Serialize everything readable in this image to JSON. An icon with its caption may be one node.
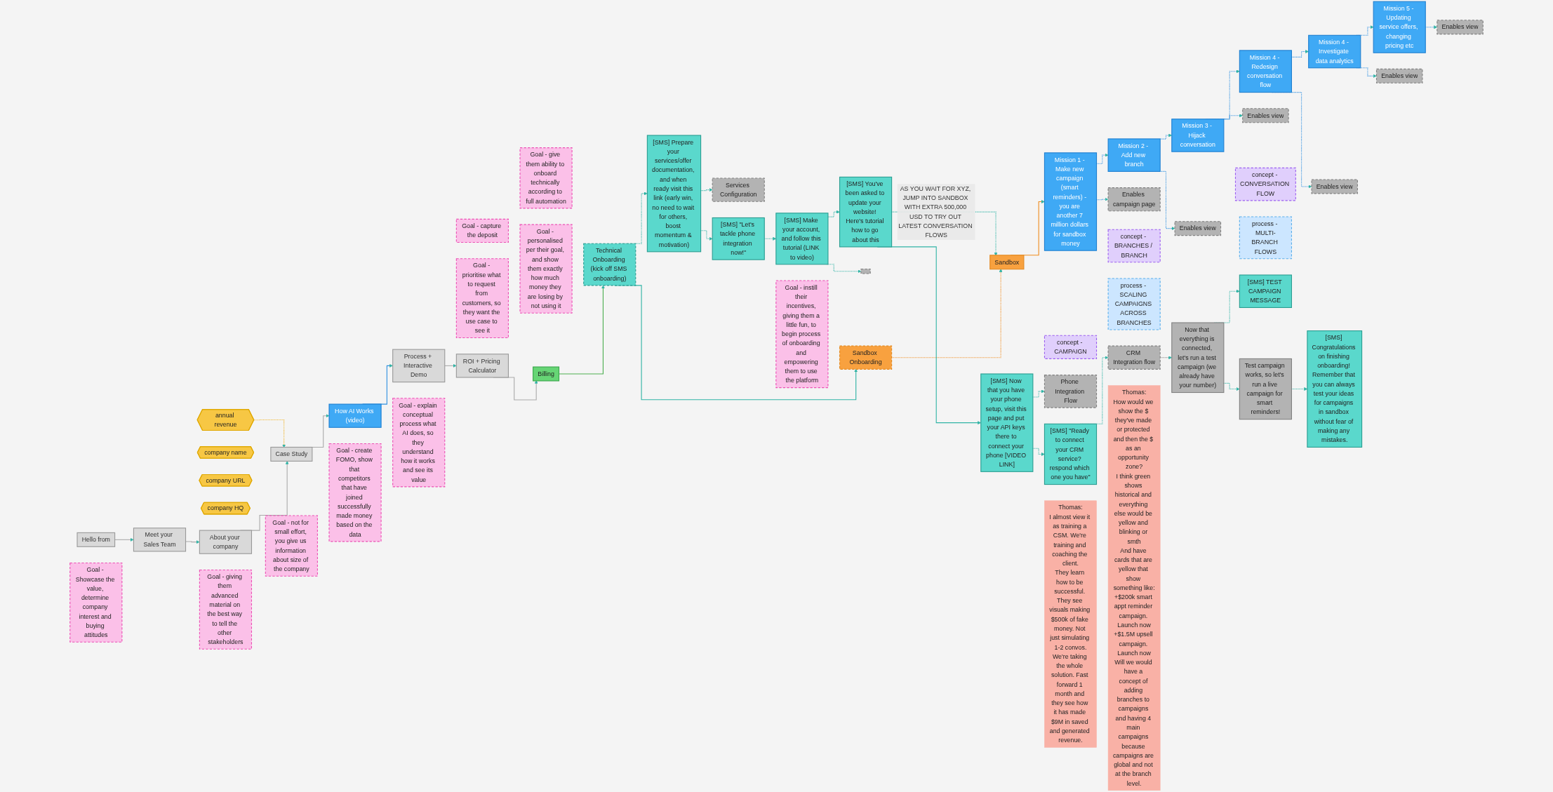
{
  "diagram": {
    "nodes": [
      {
        "text": [
          "Hello from"
        ]
      },
      {
        "text": [
          "Meet your Sales Team"
        ]
      },
      {
        "text": [
          "About your company"
        ]
      },
      {
        "text": [
          "Case Study"
        ]
      },
      {
        "text": [
          "How AI Works (video)"
        ]
      },
      {
        "text": [
          "Process + Interactive Demo"
        ]
      },
      {
        "text": [
          "ROI + Pricing Calculator"
        ]
      },
      {
        "text": [
          "Billing"
        ]
      },
      {
        "text": [
          "Technical Onboarding (kick off SMS onboarding)"
        ]
      },
      {
        "text": [
          "Sandbox Onboarding"
        ]
      },
      {
        "text": [
          "Sandbox"
        ]
      },
      {
        "text": [
          "Mission 1 - Make new campaign (smart reminders) - you are another 7 million dollars for sandbox money"
        ]
      },
      {
        "text": [
          "Mission 2 - Add new branch"
        ]
      },
      {
        "text": [
          "Mission 3 - Hijack conversation"
        ]
      },
      {
        "text": [
          "Mission 4 - Redesign conversation flow"
        ]
      },
      {
        "text": [
          "Mission 4 - Investigate data analytics"
        ]
      },
      {
        "text": [
          "Mission 5 - Updating service offers, changing pricing etc"
        ]
      },
      {
        "text": [
          "Enables campaign page"
        ]
      },
      {
        "text": [
          "Enables view"
        ]
      },
      {
        "text": [
          "Enables view"
        ]
      },
      {
        "text": [
          "Enables view"
        ]
      },
      {
        "text": [
          "Enables view"
        ]
      },
      {
        "text": [
          "Enables view"
        ]
      },
      {
        "text": [
          "concept - CAMPAIGN"
        ]
      },
      {
        "text": [
          "concept - BRANCHES / BRANCH"
        ]
      },
      {
        "text": [
          "process - SCALING CAMPAIGNS ACROSS BRANCHES"
        ]
      },
      {
        "text": [
          "concept - CONVERSATION FLOW"
        ]
      },
      {
        "text": [
          "process - MULTI-BRANCH FLOWS"
        ]
      },
      {
        "text": [
          "company name"
        ]
      },
      {
        "text": [
          "company URL"
        ]
      },
      {
        "text": [
          "company HQ"
        ]
      },
      {
        "text": [
          "annual revenue"
        ]
      },
      {
        "text": [
          "[SMS] Prepare your services/offer documentation, and when ready visit this link (early win, no need to wait for others, boost momentum & motivation)"
        ]
      },
      {
        "text": [
          "Services Configuration"
        ]
      },
      {
        "text": [
          "[SMS] \"Let's tackle phone integration now!\""
        ]
      },
      {
        "text": [
          "[SMS] Make your account, and follow this tutorial (LINK to video)"
        ]
      },
      {
        "text": [],
        "shape": "box"
      },
      {
        "text": [
          "[SMS] You've been asked to update your website! Here's tutorial how to go about this"
        ]
      },
      {
        "text": [
          "[SMS] Now that you have your phone setup, visit this page and put your API keys there to connect your phone [VIDEO LINK]"
        ]
      },
      {
        "text": [
          "Phone Integration Flow"
        ]
      },
      {
        "text": [
          "[SMS] \"Ready to connect your CRM service? respond which one you have\""
        ]
      },
      {
        "text": [
          "CRM Integration flow"
        ]
      },
      {
        "text": [
          "Now that everything is connected, let's run a test campaign (we already have your number)"
        ]
      },
      {
        "text": [
          "[SMS] TEST CAMPAIGN MESSAGE"
        ]
      },
      {
        "text": [
          "Test campaign works, so let's run a live campaign for smart reminders!"
        ]
      },
      {
        "text": [
          "[SMS] Congratulations on finishing onboarding! Remember that you can always test your ideas for campaigns in sandbox without fear of making any mistakes."
        ]
      },
      {
        "text": [
          "Thomas:",
          "I almost view it as training a CSM. We're training and coaching the client.",
          "They learn how to be successful. They see visuals making $500k of fake money. Not just simulating 1-2 convos.",
          "We're taking the whole solution. Fast forward 1 month and they see how it has made $9M in saved and generated revenue."
        ]
      },
      {
        "text": [
          "Thomas:",
          "How would we show the $ they've made or protected and then the $ as an opportunity zone?",
          "I think green shows historical and everything else would be yellow and blinking or smth",
          "And have cards that are yellow that show something like:",
          "+$200k smart appt reminder campaign. Launch now",
          "+$1.5M upsell campaign. Launch now",
          "Will we would have a concept of adding branches to campaigns and having 4 main campaigns because campaigns are global and not at the branch level."
        ]
      },
      {
        "text": [
          "Goal - Showcase the value, determine company interest and buying attitudes"
        ]
      },
      {
        "text": [
          "Goal - giving them advanced material on the best way to tell the other stakeholders"
        ]
      },
      {
        "text": [
          "Goal - not for small effort, you give us information about size of the company"
        ]
      },
      {
        "text": [
          "Goal - create FOMO, show that competitors that have joined successfully made money based on the data"
        ]
      },
      {
        "text": [
          "Goal - explain conceptual process what AI does, so they understand how it works and see its value"
        ]
      },
      {
        "text": [
          "Goal - prioritise what to request from customers, so they want the use case to see it"
        ]
      },
      {
        "text": [
          "Goal - personalised per their goal, and show them exactly how much money they are losing by not using it"
        ]
      },
      {
        "text": [
          "Goal - capture the deposit"
        ]
      },
      {
        "text": [
          "Goal - give them ability to onboard technically according to full automation"
        ]
      },
      {
        "text": [
          "Goal - instill their incentives, giving them a little fun, to begin process of onboarding and empowering them to use the platform"
        ]
      }
    ],
    "edges": [
      {
        "from": 0,
        "to": 1,
        "arrow": "to",
        "color": "#aaaaaa"
      },
      {
        "from": 1,
        "to": 2,
        "arrow": "to",
        "color": "#aaaaaa"
      },
      {
        "from": 2,
        "to": 3,
        "arrow": "to",
        "color": "#aaaaaa"
      },
      {
        "from": 3,
        "to": 4,
        "arrow": "to",
        "color": "#aaaaaa"
      },
      {
        "from": 4,
        "to": 5,
        "arrow": "to",
        "color": "#2d8fe0"
      },
      {
        "from": 5,
        "to": 6,
        "arrow": "to",
        "color": "#aaaaaa"
      },
      {
        "from": 6,
        "to": 7,
        "arrow": "to",
        "color": "#aaaaaa"
      },
      {
        "from": 7,
        "to": 8,
        "arrow": "to",
        "color": "#4caf50"
      },
      {
        "from": 8,
        "to": 9,
        "arrow": "to"
      },
      {
        "from": 9,
        "to": 10,
        "arrow": "to",
        "style": "dashed",
        "color": "#f08c1e"
      },
      {
        "from": 10,
        "to": 11,
        "arrow": "to",
        "color": "#f08c1e"
      },
      {
        "from": 11,
        "to": 12,
        "arrow": "to",
        "style": "dashed",
        "color": "#2d8fe0"
      },
      {
        "from": 12,
        "to": 13,
        "arrow": "to",
        "style": "dashed",
        "color": "#2d8fe0"
      },
      {
        "from": 13,
        "to": 14,
        "arrow": "to",
        "style": "dashed",
        "color": "#2d8fe0"
      },
      {
        "from": 14,
        "to": 15,
        "arrow": "to",
        "style": "dashed",
        "color": "#2d8fe0"
      },
      {
        "from": 15,
        "to": 16,
        "arrow": "to",
        "style": "dashed",
        "color": "#2d8fe0"
      },
      {
        "from": 11,
        "to": 17,
        "arrow": "to",
        "style": "dashed",
        "color": "#2d8fe0"
      },
      {
        "from": 12,
        "to": 18,
        "arrow": "to",
        "style": "dashed",
        "color": "#2d8fe0"
      },
      {
        "from": 13,
        "to": 19,
        "arrow": "to",
        "style": "dashed",
        "color": "#2d8fe0"
      },
      {
        "from": 14,
        "to": 20,
        "arrow": "to",
        "style": "dashed",
        "color": "#2d8fe0"
      },
      {
        "from": 15,
        "to": 21,
        "arrow": "to",
        "style": "dashed",
        "color": "#2d8fe0"
      },
      {
        "from": 16,
        "to": 22,
        "arrow": "to",
        "style": "dashed",
        "color": "#2d8fe0"
      },
      {
        "from": 31,
        "to": 3,
        "arrow": "to",
        "style": "dashed",
        "color": "#f0b429"
      },
      {
        "from": 8,
        "to": 32,
        "arrow": "to",
        "style": "dashed"
      },
      {
        "from": 32,
        "to": 33,
        "arrow": "to",
        "style": "dashed"
      },
      {
        "from": 32,
        "to": 34,
        "arrow": "to",
        "style": "dashed"
      },
      {
        "from": 34,
        "to": 35,
        "arrow": "to",
        "style": "dashed"
      },
      {
        "from": 35,
        "to": 36,
        "arrow": "to",
        "style": "dashed"
      },
      {
        "from": 35,
        "to": 37,
        "arrow": "to",
        "style": "dashed"
      },
      {
        "from": 37,
        "to": 38,
        "arrow": "to"
      },
      {
        "from": 38,
        "to": 39,
        "arrow": "to",
        "style": "dashed"
      },
      {
        "from": 38,
        "to": 40,
        "arrow": "to",
        "style": "dashed"
      },
      {
        "from": 40,
        "to": 41,
        "arrow": "to",
        "style": "dashed"
      },
      {
        "from": 41,
        "to": 42,
        "arrow": "to",
        "style": "dashed",
        "color": "#777777"
      },
      {
        "from": 42,
        "to": 43,
        "arrow": "to",
        "style": "dashed"
      },
      {
        "from": 42,
        "to": 44,
        "arrow": "to",
        "style": "dashed"
      },
      {
        "from": 44,
        "to": 45,
        "arrow": "to",
        "style": "dashed"
      },
      {
        "from": 37,
        "to": 10,
        "arrow": "to",
        "style": "dashed",
        "label": "AS YOU WAIT FOR XYZ, JUMP INTO SANDBOX WITH EXTRA 500,000 USD TO TRY OUT LATEST CONVERSATION FLOWS"
      }
    ]
  }
}
